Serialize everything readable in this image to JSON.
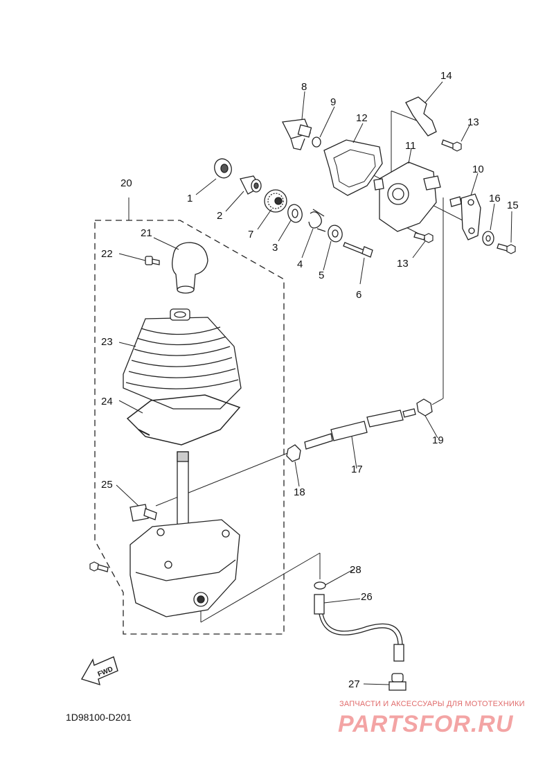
{
  "diagram": {
    "code": "1D98100-D201",
    "fwd_label": "FWD",
    "callouts": [
      "1",
      "2",
      "3",
      "4",
      "5",
      "6",
      "7",
      "8",
      "9",
      "10",
      "11",
      "12",
      "13",
      "13",
      "14",
      "15",
      "16",
      "17",
      "18",
      "19",
      "20",
      "21",
      "22",
      "23",
      "24",
      "25",
      "26",
      "27",
      "28"
    ]
  },
  "watermark": {
    "tagline": "ЗАПЧАСТИ И АКСЕССУАРЫ ДЛЯ МОТОТЕХНИКИ",
    "logo": "PARTSFOR.RU"
  }
}
